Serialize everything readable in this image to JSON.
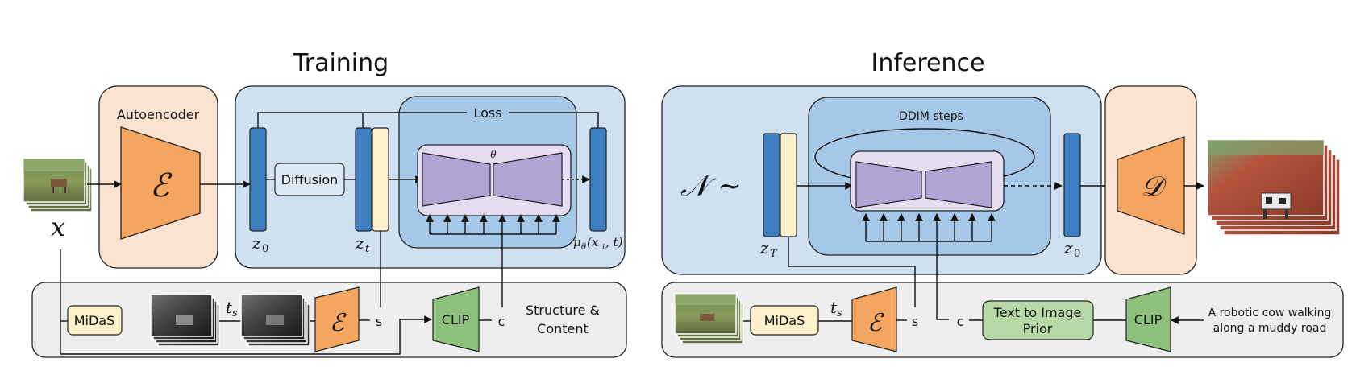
{
  "training": {
    "title": "Training",
    "autoencoder_label": "Autoencoder",
    "encoder_symbol": "ℰ",
    "input_symbol": "x",
    "diffusion_label": "Diffusion",
    "loss_label": "Loss",
    "theta_label": "θ",
    "z0_label": "z",
    "z0_sub": "0",
    "zt_label": "z",
    "zt_sub": "t",
    "mu_label": "μ",
    "mu_sub": "θ",
    "mu_args": "(x",
    "mu_args_sub": "t",
    "mu_args_end": ", t)",
    "midas_label": "MiDaS",
    "ts_label": "t",
    "ts_sub": "s",
    "s_label": "s",
    "clip_label": "CLIP",
    "c_label": "c",
    "structure_line1": "Structure &",
    "structure_line2": "Content"
  },
  "inference": {
    "title": "Inference",
    "noise_symbol": "𝒩 ∼",
    "ddim_label": "DDIM steps",
    "zT_label": "z",
    "zT_sub": "T",
    "z0_label": "z",
    "z0_sub": "0",
    "decoder_symbol": "𝒟",
    "midas_label": "MiDaS",
    "ts_label": "t",
    "ts_sub": "s",
    "encoder_symbol": "ℰ",
    "s_label": "s",
    "c_label": "c",
    "prior_line1": "Text to Image",
    "prior_line2": "Prior",
    "clip_label": "CLIP",
    "prompt_line1": "A robotic cow walking",
    "prompt_line2": "along a muddy road"
  },
  "colors": {
    "autoencoder_bg": "#fbe3cf",
    "encoder_fill": "#f4a661",
    "latent_outer": "#cfe0f1",
    "latent_inner": "#a6c8e8",
    "latent_bar": "#3d7fc1",
    "cond_bar": "#fdf1cc",
    "unet_bg": "#e4dcef",
    "unet_fill": "#b1a3d4",
    "bottom_panel": "#eeeeee",
    "midas_fill": "#fdf1cc",
    "clip_fill": "#8dc17b",
    "prior_fill": "#b7d9a8"
  }
}
